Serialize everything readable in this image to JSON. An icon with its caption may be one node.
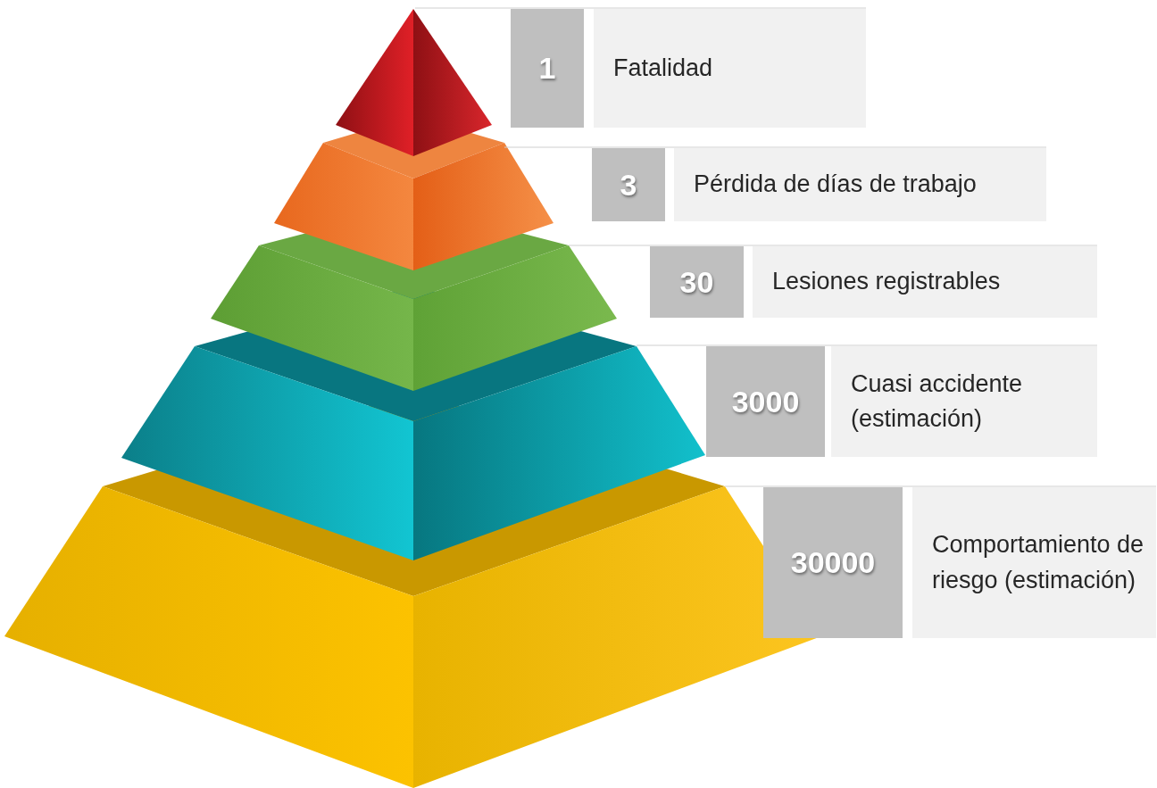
{
  "diagram": {
    "nodes": [
      {
        "text": [
          "1"
        ]
      },
      {
        "text": [
          "Fatalidad"
        ]
      },
      {
        "text": [
          "3"
        ]
      },
      {
        "text": [
          "Pérdida de días de trabajo"
        ]
      },
      {
        "text": [
          "30"
        ]
      },
      {
        "text": [
          "Lesiones registrables"
        ]
      },
      {
        "text": [
          "3000"
        ]
      },
      {
        "text": [
          "Cuasi accidente (estimación)"
        ]
      },
      {
        "text": [
          "30000"
        ]
      },
      {
        "text": [
          "Comportamiento de riesgo (estimación)"
        ]
      }
    ]
  }
}
